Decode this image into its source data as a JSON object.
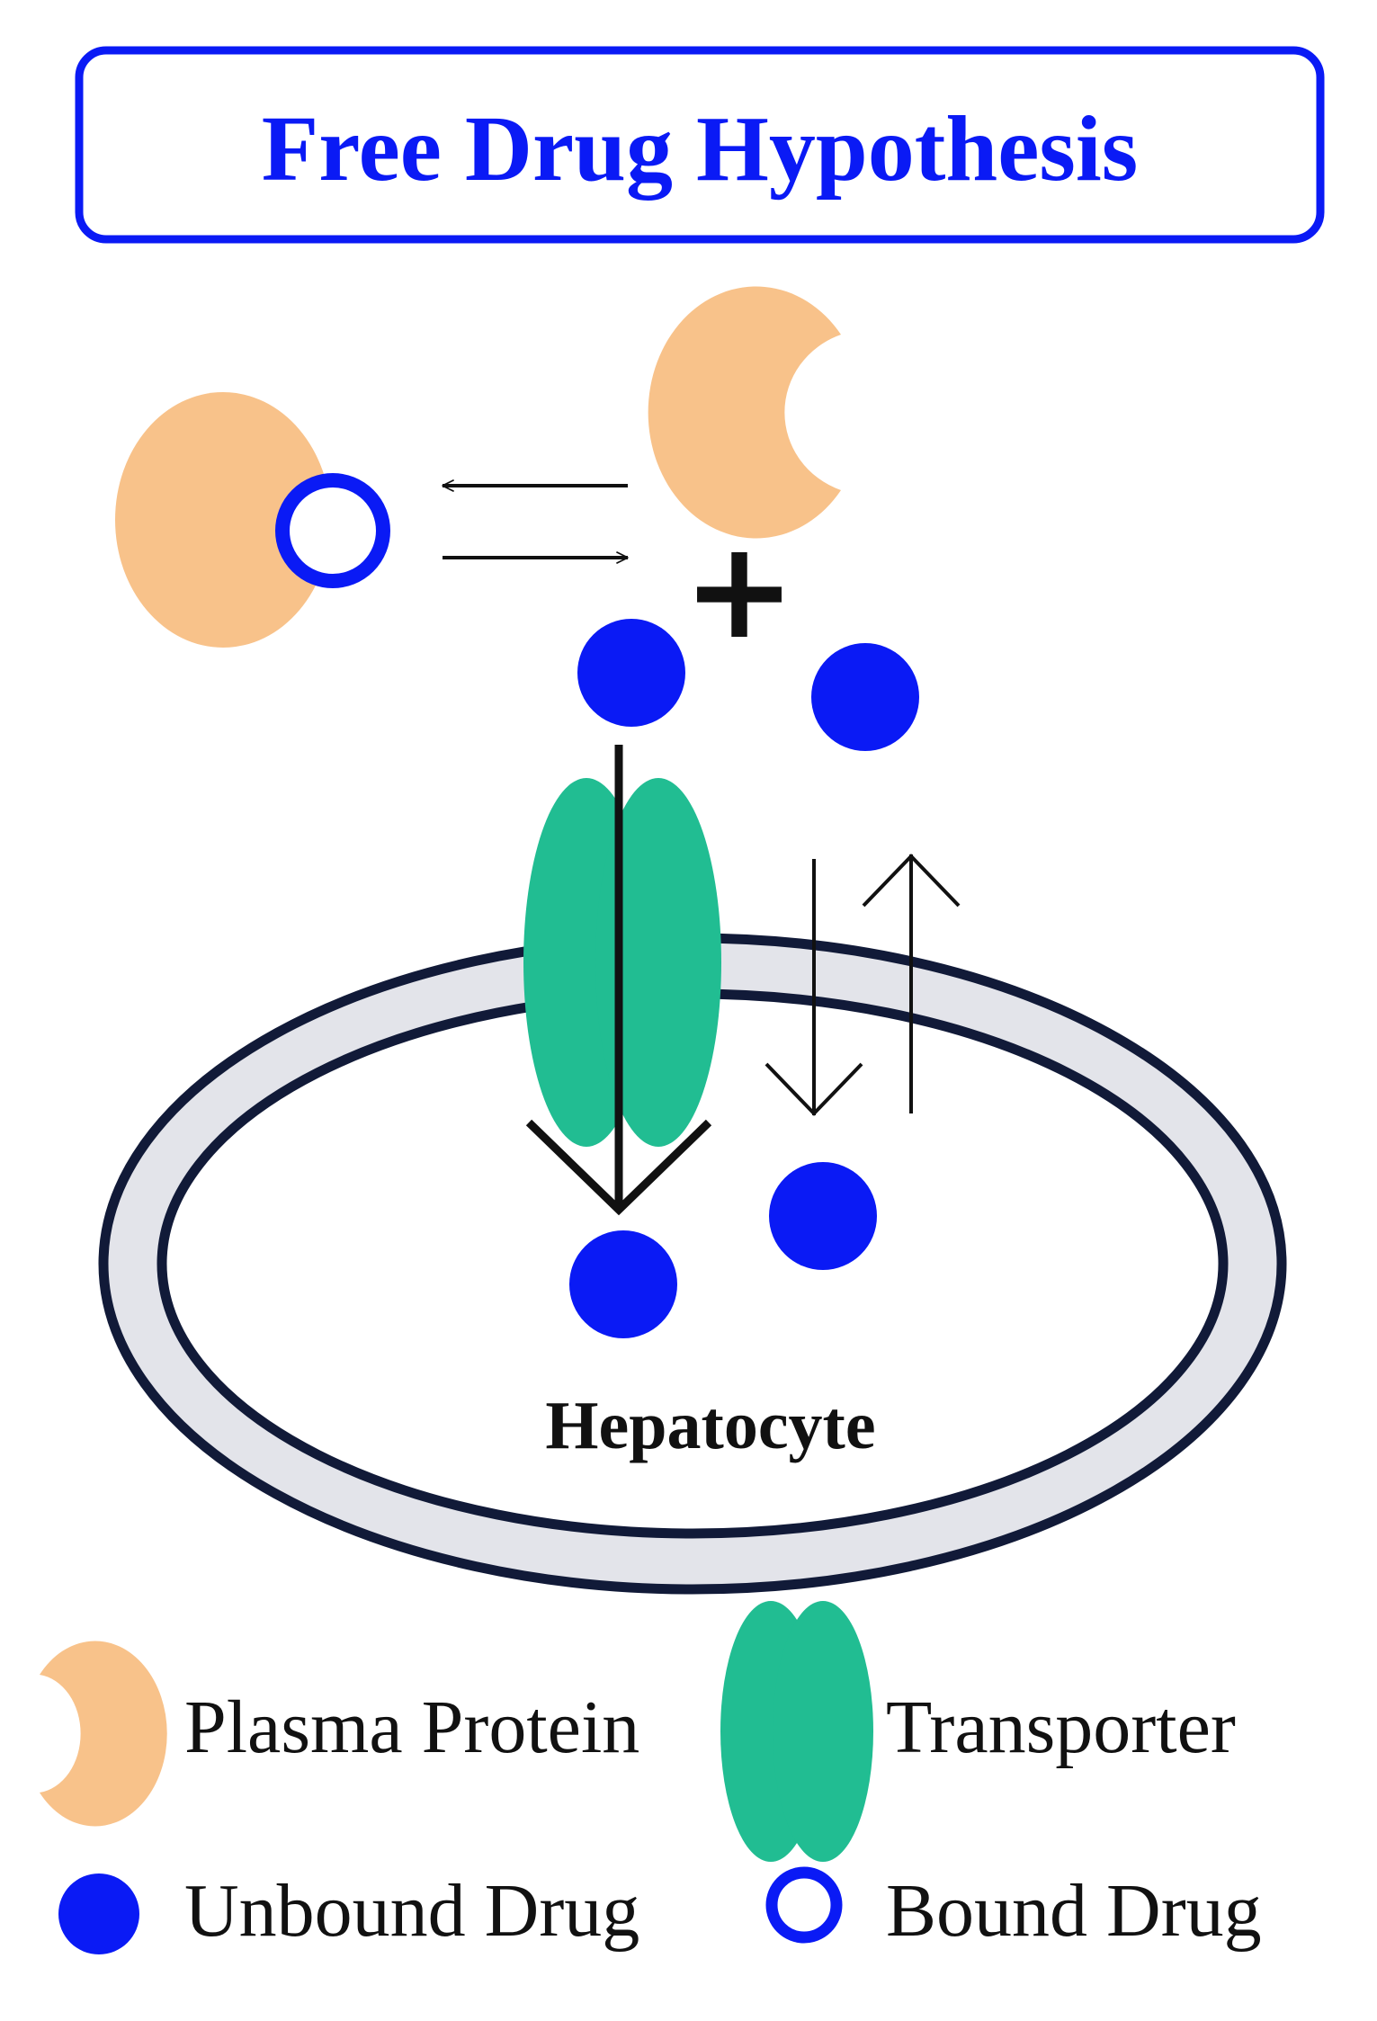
{
  "title": "Free Drug Hypothesis",
  "cell_label": "Hepatocyte",
  "plus_sign": "+",
  "legend": {
    "plasma_protein": "Plasma Protein",
    "transporter": "Transporter",
    "unbound_drug": "Unbound Drug",
    "bound_drug": "Bound Drug"
  },
  "colors": {
    "drug_blue": "#0a1af5",
    "plasma_protein": "#f8c28a",
    "transporter": "#21bd92",
    "membrane_fill": "#e3e4ea",
    "membrane_stroke": "#111a38",
    "arrow": "#111111"
  }
}
